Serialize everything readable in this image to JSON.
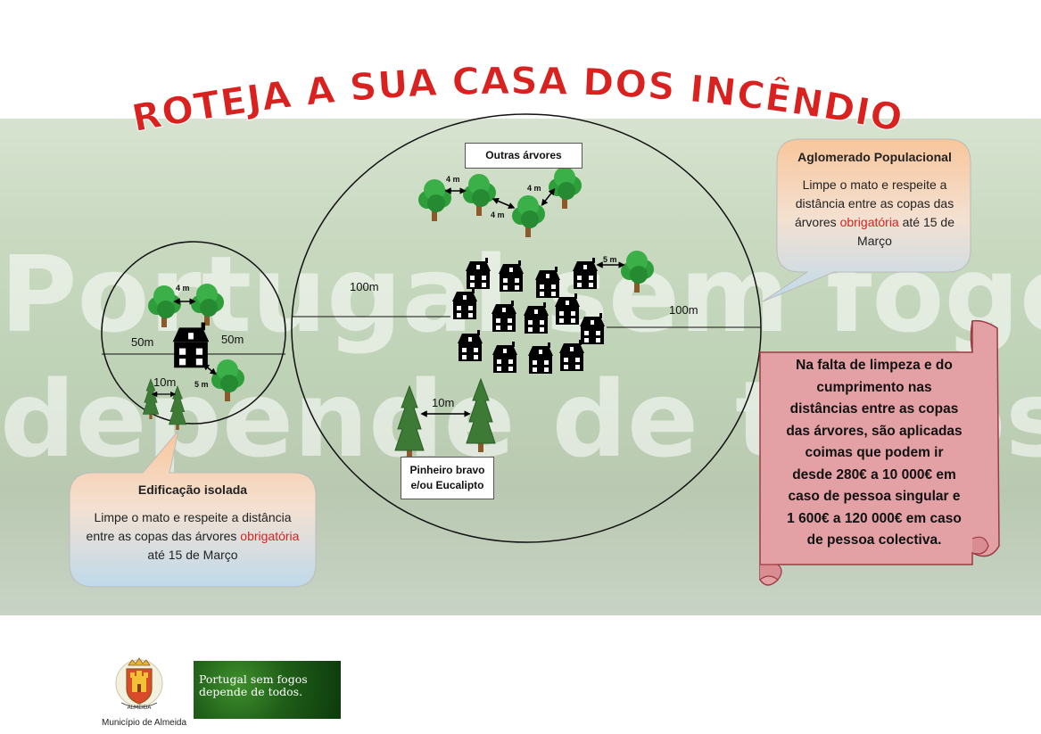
{
  "title": "PROTEJA A SUA CASA DOS INCÊNDIOS",
  "watermark": {
    "line1": "Portugal sem fogos",
    "line2": "depende de todos"
  },
  "callout_aglomerado": {
    "heading": "Aglomerado Populacional",
    "line1": "Limpe o mato e respeite a",
    "line2": "distância entre as copas das",
    "line3_pre": "árvores ",
    "line3_red": "obrigatória",
    "line3_post": " até 15 de",
    "line4": "Março"
  },
  "callout_isolada": {
    "heading": "Edificação isolada",
    "line1": "Limpe o mato e respeite a distância",
    "line2_pre": "entre as copas das árvores ",
    "line2_red": "obrigatória",
    "line3": "até 15 de Março"
  },
  "scroll_lines": [
    "Na falta de limpeza e do",
    "cumprimento nas",
    "distâncias entre as copas",
    "das árvores, são aplicadas",
    "coimas que podem ir",
    "desde 280€ a 10 000€ em",
    "caso de pessoa singular e",
    "1 600€ a 120 000€ em caso",
    "de pessoa colectiva."
  ],
  "labels": {
    "outras_arvores": "Outras árvores",
    "pinheiro_line1": "Pinheiro bravo",
    "pinheiro_line2": "e/ou Eucalipto"
  },
  "distances": {
    "big_left": "100m",
    "big_right": "100m",
    "small_left": "50m",
    "small_right": "50m",
    "small_trees_gap": "4 m",
    "small_tree_house": "5 m",
    "small_pine_gap": "10m",
    "pine_gap": "10m",
    "outras_1": "4 m",
    "outras_2": "4 m",
    "outras_3": "4 m",
    "house_tree": "5 m"
  },
  "footer": {
    "municipio": "Município de Almeida",
    "crest_text": "ALMEIDA",
    "logo_line1": "Portugal sem fogos",
    "logo_line2": "depende de todos."
  },
  "colors": {
    "title_fill": "#d9211f",
    "tree_green": "#2e9e3a",
    "pine_green": "#3c7a35",
    "trunk": "#8a5a2b",
    "callout_top": "#f7c9a0",
    "callout_bottom": "#c6dcea",
    "scroll_fill": "#e4a1a5",
    "scroll_border": "#9c3a43"
  }
}
